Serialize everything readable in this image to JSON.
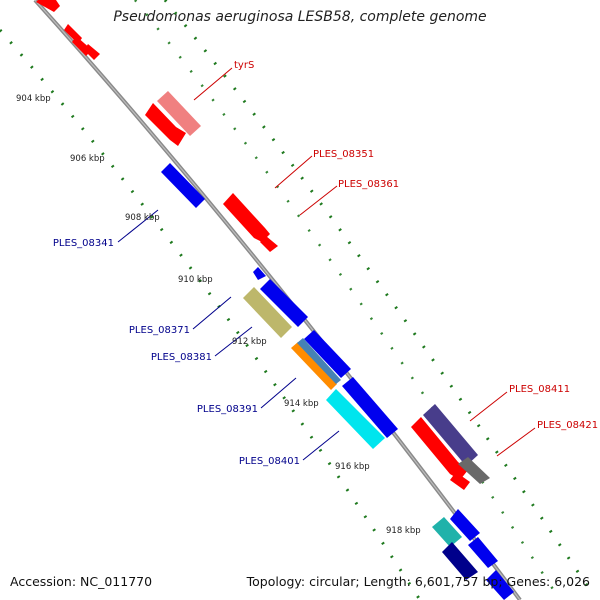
{
  "title": "Pseudomonas aeruginosa LESB58, complete genome",
  "footer": {
    "accession": "Accession: NC_011770",
    "topology": "Topology: circular; Length: 6,601,757 bp; Genes: 6,026"
  },
  "colors": {
    "backbone": "#8a8a8a",
    "tick": "#1f7a1f",
    "forward_label": "#cc0000",
    "reverse_label": "#00008b",
    "red": "#ff0000",
    "pink": "#f08080",
    "blue": "#0000ee",
    "khaki": "#bdb76b",
    "orange": "#ff8c00",
    "steelblue": "#4682b4",
    "cyan": "#00e5ee",
    "darkcyan": "#20b2aa",
    "slate": "#483d8b",
    "grey": "#696969",
    "navy": "#00008b"
  },
  "scale_ticks": [
    "904 kbp",
    "906 kbp",
    "908 kbp",
    "910 kbp",
    "912 kbp",
    "914 kbp",
    "916 kbp",
    "918 kbp"
  ],
  "gene_labels": [
    {
      "text": "tyrS",
      "strand": "forward"
    },
    {
      "text": "PLES_08351",
      "strand": "forward"
    },
    {
      "text": "PLES_08361",
      "strand": "forward"
    },
    {
      "text": "PLES_08411",
      "strand": "forward"
    },
    {
      "text": "PLES_08421",
      "strand": "forward"
    },
    {
      "text": "PLES_08341",
      "strand": "reverse"
    },
    {
      "text": "PLES_08371",
      "strand": "reverse"
    },
    {
      "text": "PLES_08381",
      "strand": "reverse"
    },
    {
      "text": "PLES_08391",
      "strand": "reverse"
    },
    {
      "text": "PLES_08401",
      "strand": "reverse"
    }
  ]
}
